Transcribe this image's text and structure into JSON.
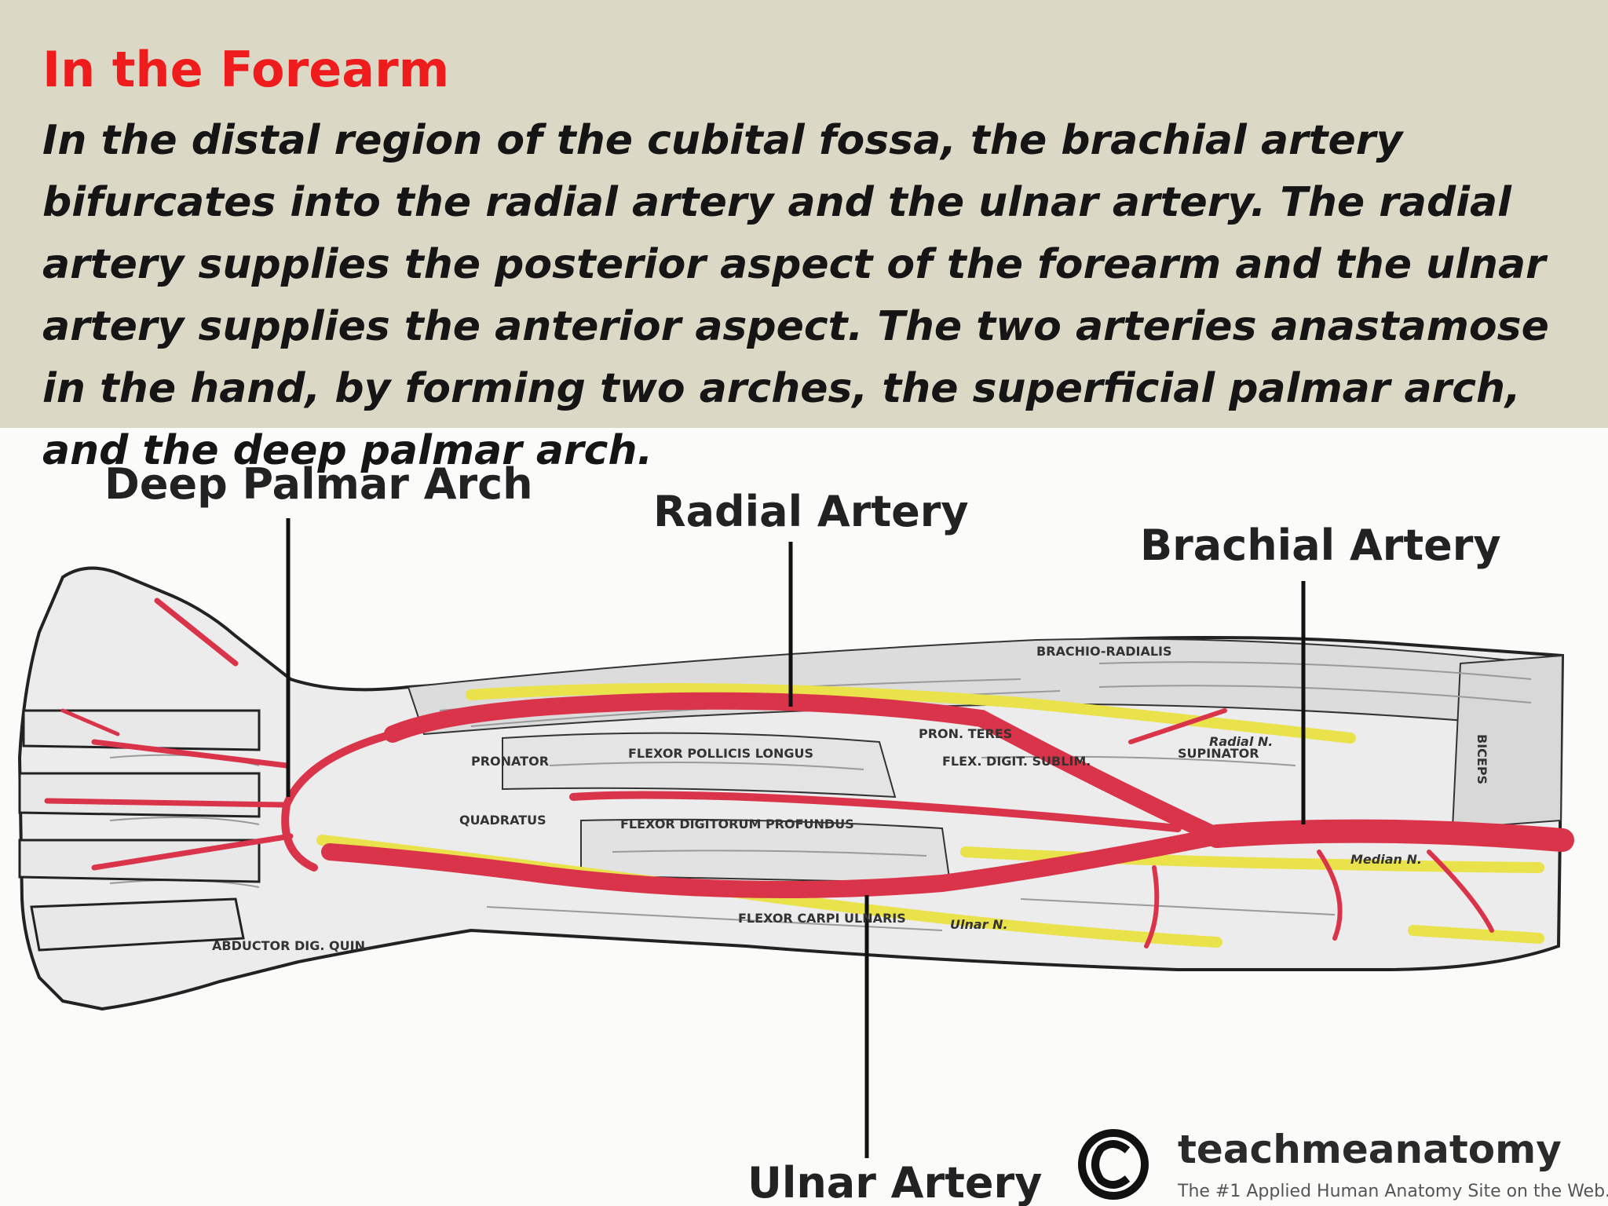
{
  "slide": {
    "title": "In the Forearm",
    "description": "In the distal region of the cubital fossa, the brachial artery bifurcates into the radial artery and the ulnar artery. The radial artery supplies the posterior aspect of the forearm and the ulnar artery supplies the anterior aspect. The two arteries anastamose in the hand, by forming two arches, the superficial palmar arch, and the deep palmar arch."
  },
  "figure": {
    "labels": {
      "deep_palmar_arch": "Deep Palmar Arch",
      "radial_artery": "Radial Artery",
      "brachial_artery": "Brachial Artery",
      "ulnar_artery": "Ulnar Artery"
    },
    "muscle_labels": {
      "brachioradialis": "BRACHIO-RADIALIS",
      "flexor_pollicis_longus": "FLEXOR POLLICIS LONGUS",
      "flexor_digitorum_profundus": "FLEXOR DIGITORUM PROFUNDUS",
      "pronator": "PRONATOR",
      "quadratus": "QUADRATUS",
      "pron_teres": "PRON. TERES",
      "flex_digit_sublim": "FLEX. DIGIT. SUBLIM.",
      "flexor_carpi_ulnaris": "FLEXOR CARPI ULNARIS",
      "supinator": "SUPINATOR",
      "biceps": "BICEPS",
      "abductor_dig_quin": "ABDUCTOR DIG. QUIN.",
      "median_n": "Median N.",
      "ulnar_n": "Ulnar N.",
      "radial_n": "Radial N."
    },
    "colors": {
      "artery": "#d9344a",
      "nerve": "#e9e24a",
      "muscle": "#e6e6e6",
      "outline": "#222222"
    }
  },
  "brand": {
    "name": "teachmeanatomy",
    "tagline": "The #1 Applied Human Anatomy Site on the Web.",
    "icon": "copyright-icon"
  }
}
